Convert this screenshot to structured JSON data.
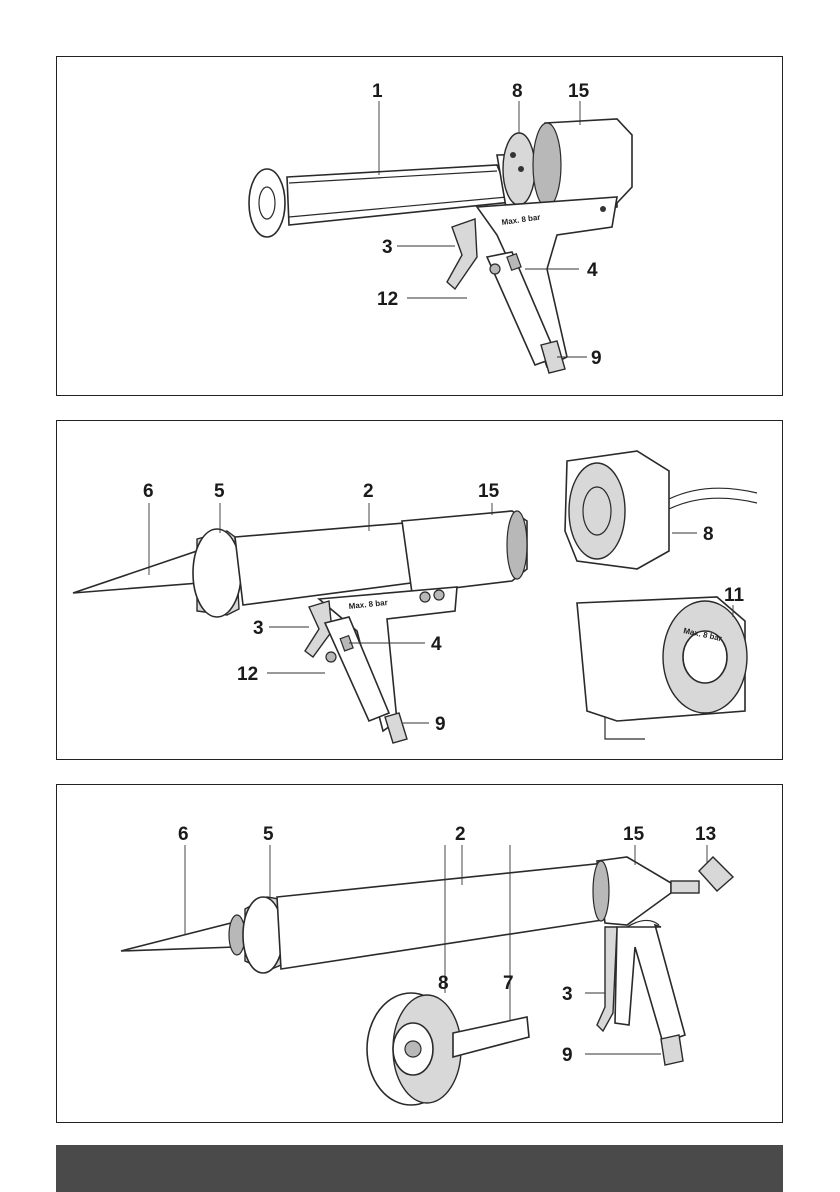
{
  "figure_1": {
    "callouts": {
      "c1": "1",
      "c8": "8",
      "c15": "15",
      "c3": "3",
      "c4": "4",
      "c12": "12",
      "c9": "9"
    },
    "handle_text": "Max. 8 bar"
  },
  "figure_2": {
    "callouts": {
      "c6": "6",
      "c5": "5",
      "c2": "2",
      "c15": "15",
      "c8": "8",
      "c11": "11",
      "c3": "3",
      "c4": "4",
      "c12": "12",
      "c9": "9"
    },
    "handle_text": "Max. 8 bar",
    "cap_text": "Max. 8 bar"
  },
  "figure_3": {
    "callouts": {
      "c6": "6",
      "c5": "5",
      "c2": "2",
      "c15": "15",
      "c13": "13",
      "c8": "8",
      "c7": "7",
      "c3": "3",
      "c9": "9"
    }
  },
  "colors": {
    "frame": "#222222",
    "footer": "#4a4a4a",
    "fill_light": "#d8d8d8",
    "fill_mid": "#b8b8b8"
  }
}
